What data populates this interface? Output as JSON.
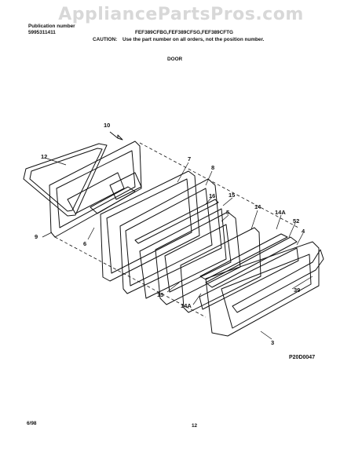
{
  "header": {
    "watermark": "AppliancePartsPros.com",
    "publication_label": "Publication number",
    "publication_number": "5995311411",
    "models": "FEF389CFBG,FEF389CFSG,FEF389CFTG",
    "caution_label": "CAUTION:",
    "caution_text": "Use the part number on all orders, not the position number.",
    "section_title": "DOOR"
  },
  "callouts": [
    "10",
    "12",
    "7",
    "8",
    "16",
    "15",
    "5",
    "14",
    "14A",
    "52",
    "4",
    "9",
    "6",
    "15",
    "14A",
    "39",
    "3"
  ],
  "figure_code": "P20D0047",
  "footer": {
    "date": "6/98",
    "page": "12"
  }
}
